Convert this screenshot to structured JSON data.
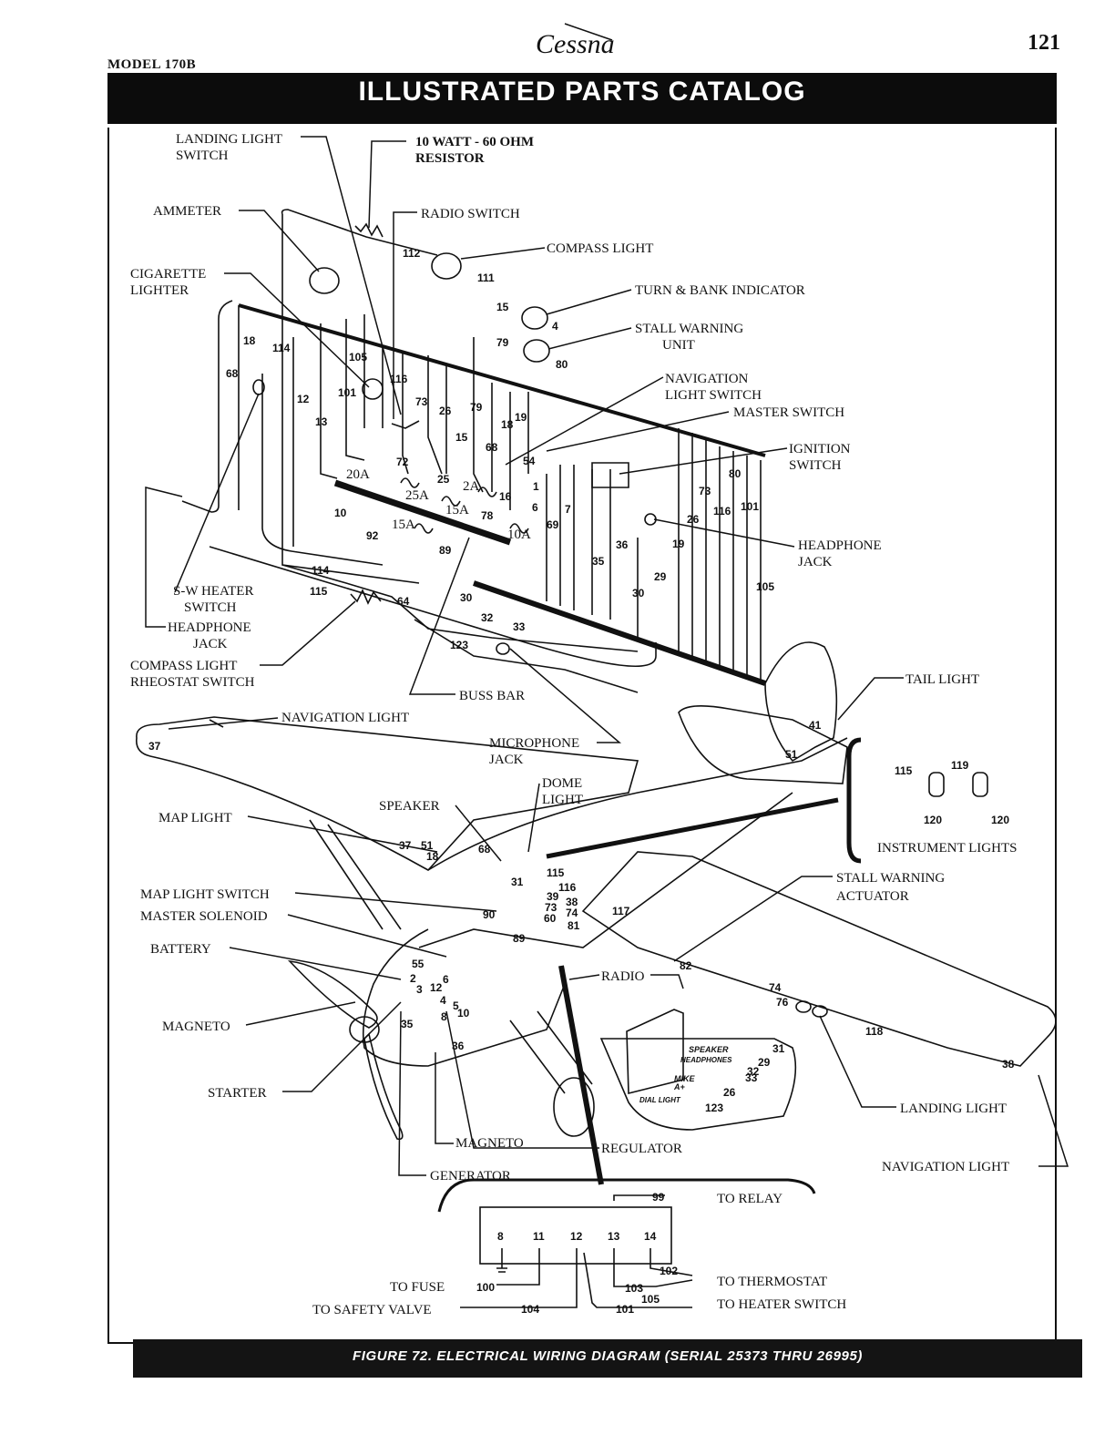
{
  "header": {
    "model": "MODEL 170B",
    "brand": "Cessna",
    "page_number": "121",
    "title": "ILLUSTRATED PARTS CATALOG"
  },
  "footer": {
    "caption": "FIGURE 72.   ELECTRICAL WIRING DIAGRAM (SERIAL 25373 THRU 26995)"
  },
  "labels": {
    "landing_light_switch": [
      "LANDING LIGHT",
      "SWITCH"
    ],
    "resistor": [
      "10 WATT - 60 OHM",
      "RESISTOR"
    ],
    "ammeter": "AMMETER",
    "radio_switch": "RADIO SWITCH",
    "compass_light": "COMPASS LIGHT",
    "cigarette_lighter": [
      "CIGARETTE",
      "LIGHTER"
    ],
    "turn_bank": "TURN & BANK INDICATOR",
    "stall_warning_unit": [
      "STALL WARNING",
      "UNIT"
    ],
    "nav_light_switch": [
      "NAVIGATION",
      "LIGHT SWITCH"
    ],
    "master_switch": "MASTER SWITCH",
    "ignition_switch": [
      "IGNITION",
      "SWITCH"
    ],
    "headphone_jack_right": [
      "HEADPHONE",
      "JACK"
    ],
    "sw_heater_switch": [
      "S-W HEATER",
      "SWITCH"
    ],
    "headphone_jack_left": [
      "HEADPHONE",
      "JACK"
    ],
    "compass_light_rheostat": [
      "COMPASS LIGHT",
      "RHEOSTAT SWITCH"
    ],
    "buss_bar": "BUSS BAR",
    "tail_light": "TAIL LIGHT",
    "navigation_light_left": "NAVIGATION LIGHT",
    "microphone_jack": [
      "MICROPHONE",
      "JACK"
    ],
    "dome_light": [
      "DOME",
      "LIGHT"
    ],
    "speaker": "SPEAKER",
    "map_light": "MAP LIGHT",
    "instrument_lights": "INSTRUMENT LIGHTS",
    "stall_warning_actuator": [
      "STALL WARNING",
      "ACTUATOR"
    ],
    "map_light_switch": "MAP LIGHT SWITCH",
    "master_solenoid": "MASTER SOLENOID",
    "battery": "BATTERY",
    "radio": "RADIO",
    "magneto_left": "MAGNETO",
    "starter": "STARTER",
    "landing_light": "LANDING LIGHT",
    "magneto_bottom": "MAGNETO",
    "regulator": "REGULATOR",
    "navigation_light_right": "NAVIGATION LIGHT",
    "generator": "GENERATOR",
    "to_relay": "TO RELAY",
    "to_thermostat": "TO THERMOSTAT",
    "to_fuse": "TO FUSE",
    "to_heater_switch": "TO HEATER SWITCH",
    "to_safety_valve": "TO SAFETY VALVE"
  },
  "radio_terminals": [
    "SPEAKER",
    "HEADPHONES",
    "MIKE",
    "A+",
    "DIAL LIGHT"
  ],
  "fuses": [
    "20A",
    "25A",
    "15A",
    "15A",
    "2A",
    "10A"
  ],
  "terminal_block": [
    "8",
    "11",
    "12",
    "13",
    "14"
  ],
  "wire_numbers": [
    "112",
    "111",
    "15",
    "4",
    "79",
    "80",
    "18",
    "114",
    "105",
    "68",
    "101",
    "116",
    "73",
    "26",
    "79",
    "18",
    "19",
    "12",
    "13",
    "15",
    "68",
    "54",
    "72",
    "25",
    "16",
    "1",
    "6",
    "7",
    "69",
    "36",
    "35",
    "19",
    "29",
    "30",
    "80",
    "73",
    "116",
    "101",
    "26",
    "105",
    "10",
    "92",
    "89",
    "78",
    "114",
    "115",
    "64",
    "30",
    "32",
    "33",
    "123",
    "41",
    "51",
    "115",
    "119",
    "120",
    "120",
    "37",
    "37",
    "51",
    "18",
    "68",
    "31",
    "115",
    "116",
    "39",
    "38",
    "73",
    "74",
    "60",
    "81",
    "117",
    "90",
    "89",
    "82",
    "74",
    "76",
    "118",
    "38",
    "55",
    "2",
    "3",
    "6",
    "12",
    "4",
    "5",
    "8",
    "10",
    "35",
    "36",
    "31",
    "29",
    "33",
    "32",
    "26",
    "123",
    "99",
    "102",
    "100",
    "103",
    "105",
    "104",
    "101"
  ]
}
